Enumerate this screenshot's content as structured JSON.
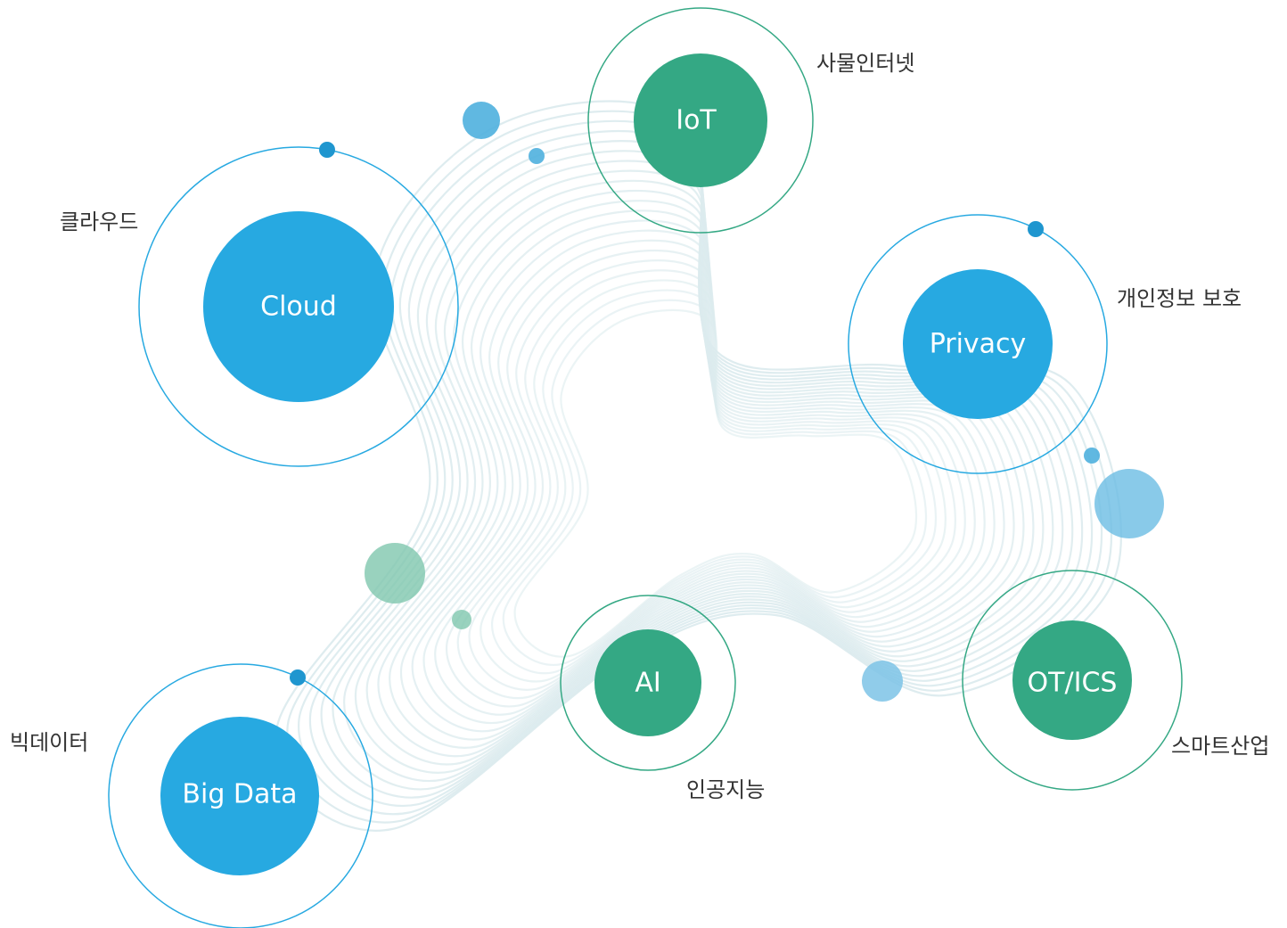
{
  "colors": {
    "blue": "#27a9e1",
    "green": "#34a884",
    "wave": "#dcebee",
    "label": "#333333"
  },
  "nodes": [
    {
      "id": "cloud",
      "label": "Cloud",
      "caption": "클라우드",
      "color": "blue"
    },
    {
      "id": "iot",
      "label": "IoT",
      "caption": "사물인터넷",
      "color": "green"
    },
    {
      "id": "privacy",
      "label": "Privacy",
      "caption": "개인정보 보호",
      "color": "blue"
    },
    {
      "id": "bigdata",
      "label": "Big Data",
      "caption": "빅데이터",
      "color": "blue"
    },
    {
      "id": "ai",
      "label": "AI",
      "caption": "인공지능",
      "color": "green"
    },
    {
      "id": "otics",
      "label": "OT/ICS",
      "caption": "스마트산업",
      "color": "green"
    }
  ]
}
